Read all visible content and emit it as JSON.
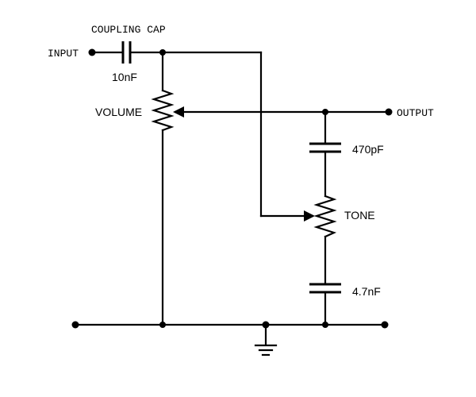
{
  "labels": {
    "input": "INPUT",
    "output": "OUTPUT",
    "coupling_cap": "COUPLING CAP",
    "coupling_value": "10nF",
    "volume": "VOLUME",
    "tone": "TONE",
    "tone_cap_top": "470pF",
    "tone_cap_bottom": "4.7nF"
  },
  "colors": {
    "line": "#000000",
    "background": "#ffffff"
  }
}
